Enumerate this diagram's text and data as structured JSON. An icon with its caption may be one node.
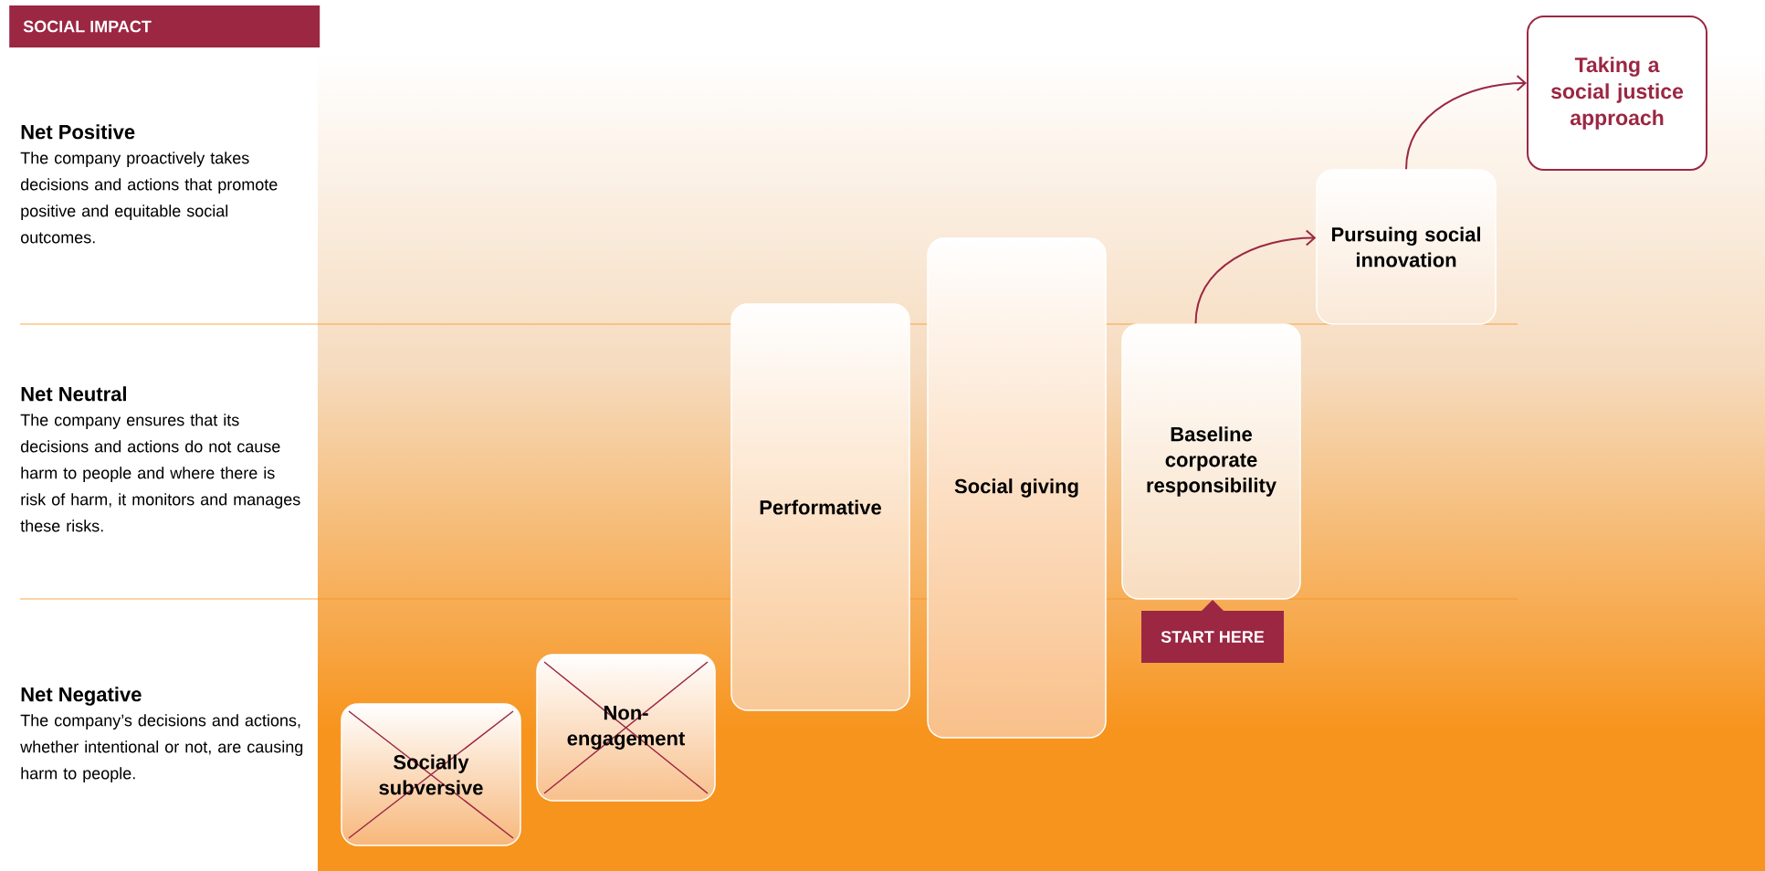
{
  "diagram": {
    "nodes": [
      {
        "text": [
          "SOCIAL IMPACT"
        ]
      },
      {
        "text": [
          "Socially subversive"
        ]
      },
      {
        "text": [
          "Non-engagement"
        ]
      },
      {
        "text": [
          "Performative"
        ]
      },
      {
        "text": [
          "Social giving"
        ]
      },
      {
        "text": [
          "Baseline corporate responsibility"
        ]
      },
      {
        "text": [
          "Pursuing social innovation"
        ]
      },
      {
        "text": [
          "Taking a social justice approach"
        ]
      },
      {
        "text": [
          "START HERE"
        ]
      }
    ],
    "edges": [
      {
        "from": 5,
        "to": 6,
        "arrow": "to"
      },
      {
        "from": 6,
        "to": 7,
        "arrow": "to"
      }
    ],
    "labels": [
      "Net Positive",
      "The company proactively takes decisions and actions that promote positive and equitable social outcomes.",
      "Net Neutral",
      "The company ensures that its decisions and actions do not cause harm to people and where there is risk of harm, it monitors and manages these risks.",
      "Net Negative",
      "The company’s decisions and actions, whether intentional or not, are causing harm to people."
    ]
  }
}
